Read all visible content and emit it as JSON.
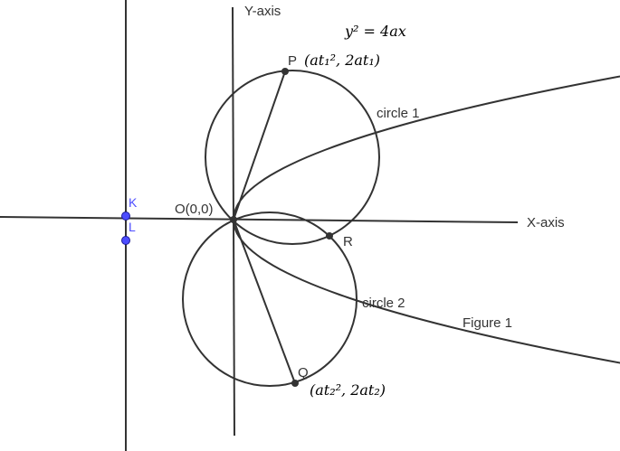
{
  "axes": {
    "x_label": "X-axis",
    "y_label": "Y-axis"
  },
  "labels": {
    "origin": "O(0,0)",
    "P": "P",
    "Q": "Q",
    "R": "R",
    "K": "K",
    "L": "L",
    "circle1": "circle 1",
    "circle2": "circle 2",
    "figure": "Figure 1"
  },
  "equations": {
    "parabola": "y² = 4ax",
    "P_coord": "(at₁², 2at₁)",
    "Q_coord": "(at₂², 2at₂)"
  },
  "colors": {
    "stroke": "#333333",
    "point_dark": "#333333",
    "point_blue": "#4d4dff"
  }
}
